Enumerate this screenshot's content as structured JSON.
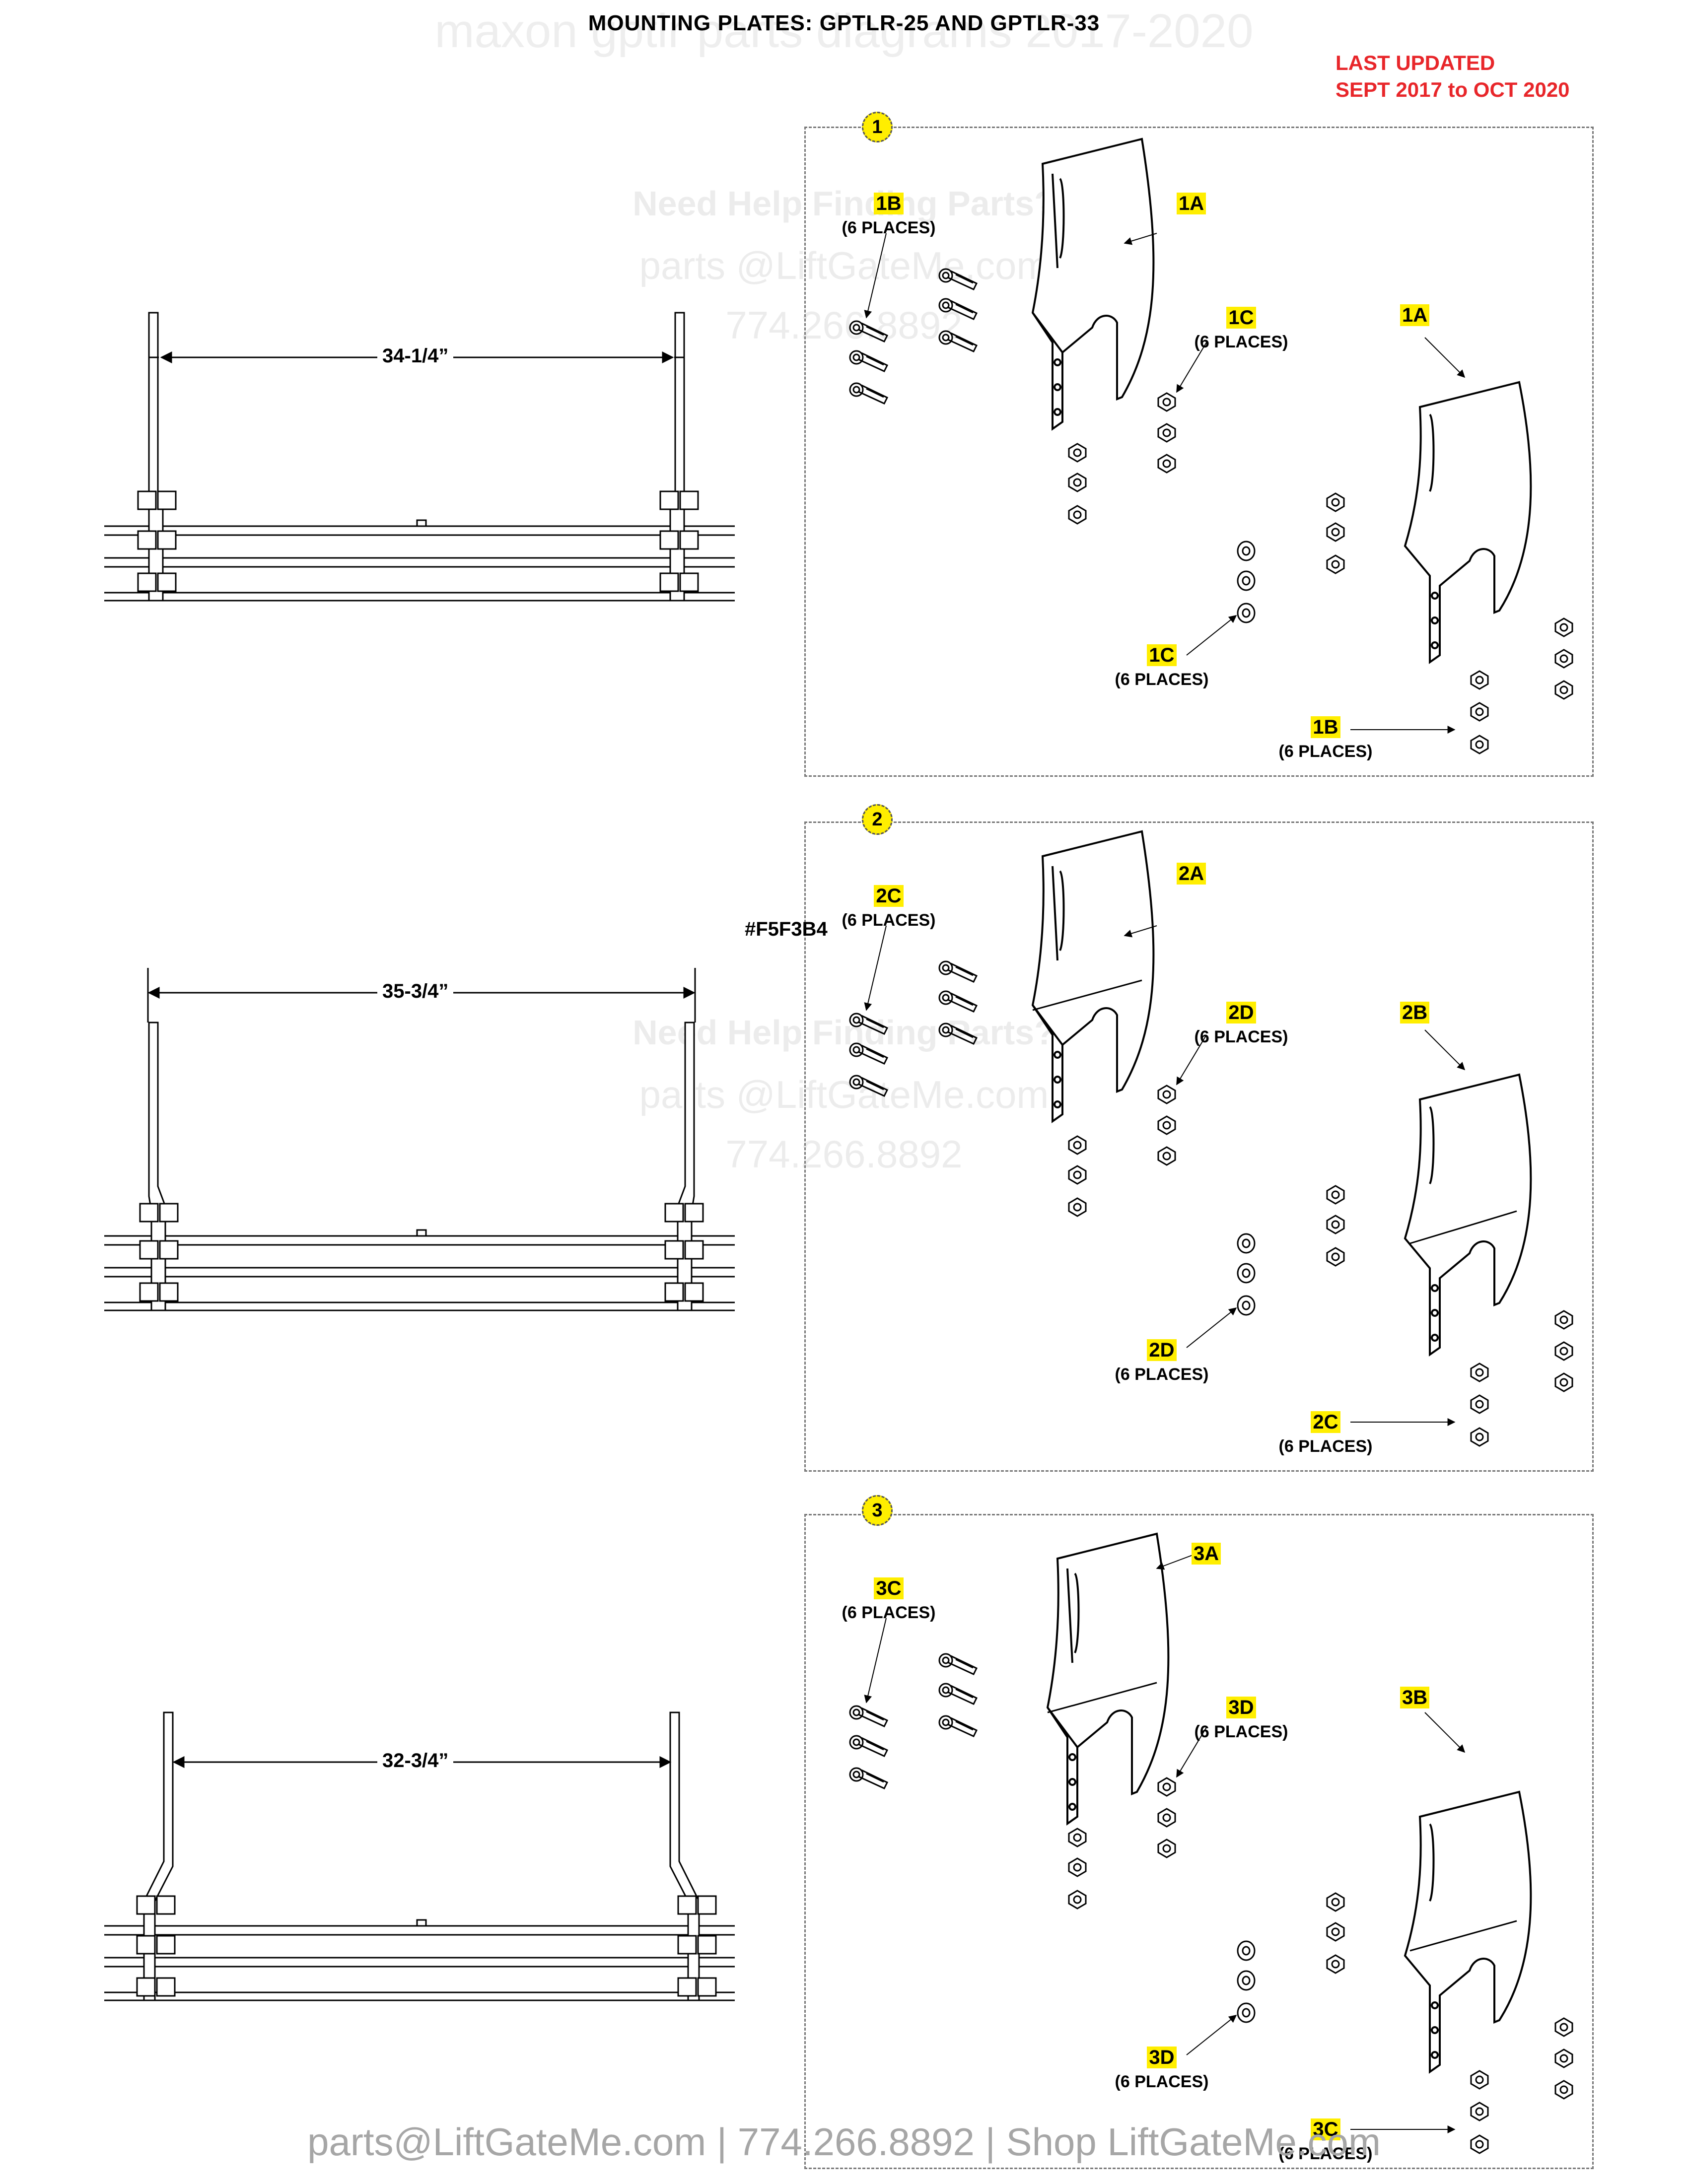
{
  "header": {
    "title": "MOUNTING PLATES: GPTLR-25 AND GPTLR-33",
    "watermark": "maxon gptlr parts diagrams 2017-2020",
    "last_updated_line1": "LAST UPDATED",
    "last_updated_line2": "SEPT 2017 to OCT 2020"
  },
  "watermarks": {
    "help": "Need Help Finding Parts?",
    "email": "parts @LiftGateMe.com",
    "phone": "774.266.8892"
  },
  "colors": {
    "highlight": "#FFEE00",
    "updated_red": "#E8262A",
    "watermark": "#ECECEC"
  },
  "stray_label": "#F5F3B4",
  "sections": [
    {
      "badge": "1",
      "dimension": "34-1/4”",
      "callouts": {
        "a_upper": {
          "code": "1A"
        },
        "b_left": {
          "code": "1B",
          "places": "(6 PLACES)"
        },
        "c_upper": {
          "code": "1C",
          "places": "(6 PLACES)"
        },
        "a_lower": {
          "code": "1A"
        },
        "c_lower": {
          "code": "1C",
          "places": "(6 PLACES)"
        },
        "b_lower": {
          "code": "1B",
          "places": "(6 PLACES)"
        }
      }
    },
    {
      "badge": "2",
      "dimension": "35-3/4”",
      "callouts": {
        "a_upper": {
          "code": "2A"
        },
        "b_left": {
          "code": "2C",
          "places": "(6 PLACES)"
        },
        "c_upper": {
          "code": "2D",
          "places": "(6 PLACES)"
        },
        "a_lower": {
          "code": "2B"
        },
        "c_lower": {
          "code": "2D",
          "places": "(6 PLACES)"
        },
        "b_lower": {
          "code": "2C",
          "places": "(6 PLACES)"
        }
      }
    },
    {
      "badge": "3",
      "dimension": "32-3/4”",
      "callouts": {
        "a_upper": {
          "code": "3A"
        },
        "b_left": {
          "code": "3C",
          "places": "(6 PLACES)"
        },
        "c_upper": {
          "code": "3D",
          "places": "(6 PLACES)"
        },
        "a_lower": {
          "code": "3B"
        },
        "c_lower": {
          "code": "3D",
          "places": "(6 PLACES)"
        },
        "b_lower": {
          "code": "3C",
          "places": "(6 PLACES)"
        }
      }
    }
  ],
  "footer": "parts@LiftGateMe.com | 774.266.8892 | Shop LiftGateMe.com"
}
